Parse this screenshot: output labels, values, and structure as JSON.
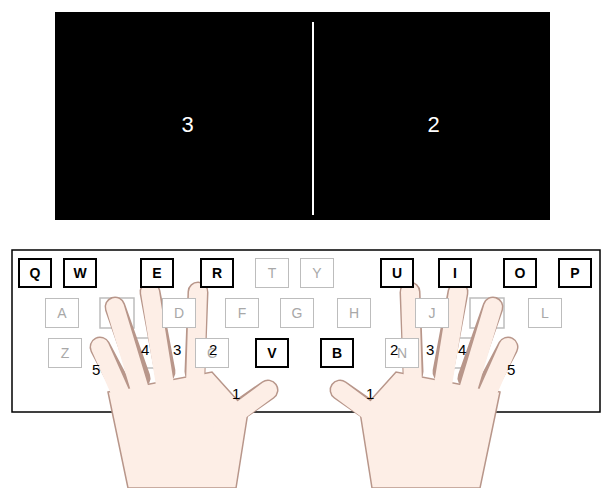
{
  "diagram": {
    "nodes": [
      {
        "text": [
          "3"
        ]
      },
      {
        "text": [
          "2"
        ]
      },
      {
        "text": [
          "Q"
        ]
      },
      {
        "text": [
          "W"
        ]
      },
      {
        "text": [
          "E"
        ]
      },
      {
        "text": [
          "R"
        ]
      },
      {
        "text": [
          "T"
        ]
      },
      {
        "text": [
          "Y"
        ]
      },
      {
        "text": [
          "U"
        ]
      },
      {
        "text": [
          "I"
        ]
      },
      {
        "text": [
          "O"
        ]
      },
      {
        "text": [
          "P"
        ]
      },
      {
        "text": [
          "A"
        ]
      },
      {
        "text": [
          "D"
        ]
      },
      {
        "text": [
          "F"
        ]
      },
      {
        "text": [
          "G"
        ]
      },
      {
        "text": [
          "H"
        ]
      },
      {
        "text": [
          "J"
        ]
      },
      {
        "text": [
          "L"
        ]
      },
      {
        "text": [
          "Z"
        ]
      },
      {
        "text": [
          "C"
        ]
      },
      {
        "text": [
          "V"
        ]
      },
      {
        "text": [
          "B"
        ]
      },
      {
        "text": [
          "N"
        ]
      }
    ],
    "labels": [
      "4",
      "3",
      "2",
      "2",
      "3",
      "4",
      "5",
      "5",
      "1",
      "1"
    ]
  }
}
